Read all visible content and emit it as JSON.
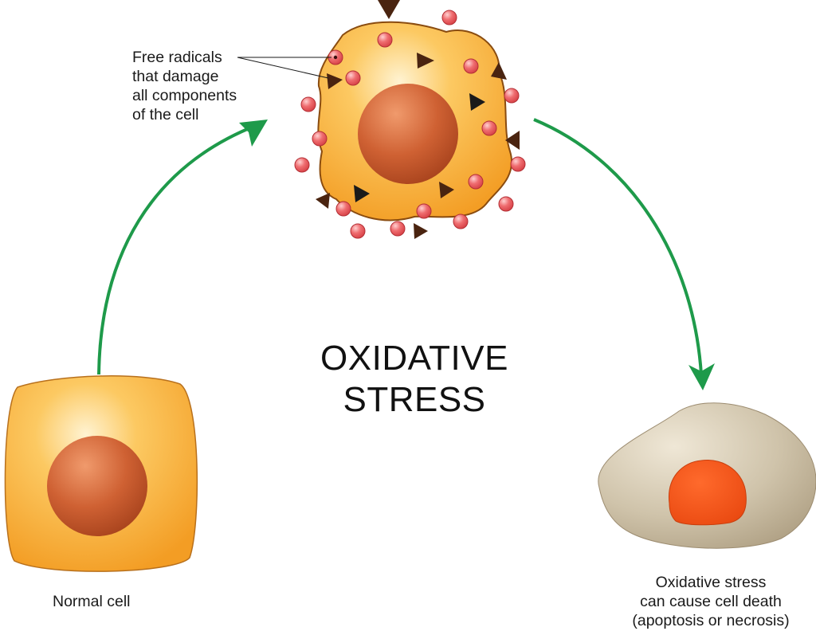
{
  "title": {
    "lines": [
      "OXIDATIVE",
      "STRESS"
    ]
  },
  "labels": {
    "free_radicals": [
      "Free radicals",
      "that damage",
      "all components",
      "of the cell"
    ],
    "normal_cell": "Normal cell",
    "cell_death": [
      "Oxidative stress",
      "can cause cell death",
      "(apoptosis or necrosis)"
    ]
  },
  "colors": {
    "arrow": "#1e9a4a",
    "cell_fill": "#f6a733",
    "cell_highlight": "#fde0a8",
    "cell_outline": "#9a5a12",
    "nucleus": "#c75a2c",
    "radical": "#e85a5e",
    "radical_outline": "#b32f35",
    "radical_triangle": "#4a2410",
    "dead_cell": "#cbbfa6",
    "dead_nucleus": "#f0531c"
  }
}
